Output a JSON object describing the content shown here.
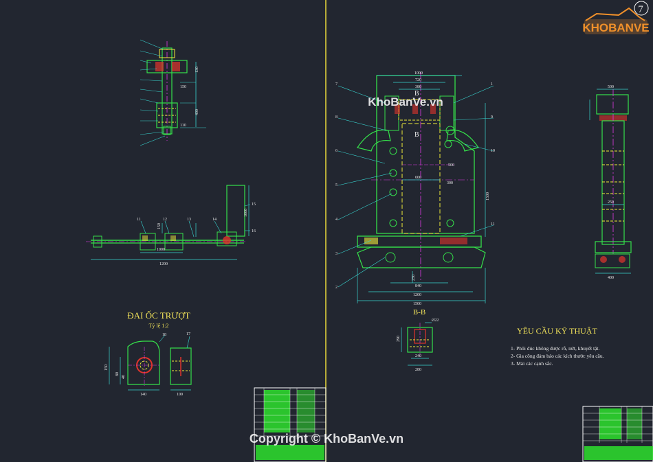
{
  "watermark": {
    "logo_text": "KHOBANVE",
    "center_text": "KhoBanVe.vn",
    "copyright_text": "Copyright © KhoBanVe.vn"
  },
  "sheet_number": "7",
  "left_sheet": {
    "detail_title": "ĐAI ỐC TRƯỢT",
    "detail_scale": "Tỷ lệ 1:2",
    "dims_top": [
      "130",
      "400",
      "150",
      "110"
    ],
    "dims_middle": [
      "1200",
      "1000",
      "150",
      "1000"
    ],
    "dims_detail": [
      "150",
      "80",
      "40",
      "140",
      "100"
    ],
    "balloons_detail": [
      "18",
      "17"
    ],
    "balloons_middle": [
      "11",
      "12",
      "13",
      "14",
      "15",
      "16"
    ]
  },
  "right_sheet": {
    "section_label": "B-B",
    "section_marks": [
      "B",
      "B"
    ],
    "dims_main": [
      "1000",
      "720",
      "380",
      "600",
      "300",
      "500",
      "1500",
      "840",
      "1200",
      "1500",
      "250"
    ],
    "dims_section": [
      "Ø22",
      "290",
      "240",
      "280"
    ],
    "dims_side": [
      "500",
      "250",
      "400"
    ],
    "balloons_main": [
      "7",
      "8",
      "6",
      "5",
      "4",
      "3",
      "2",
      "1",
      "9",
      "10",
      "11"
    ],
    "requirements_title": "YÊU CẦU KỸ THUẬT",
    "requirements": [
      "1- Phôi đúc không được rỗ, nứt, khuyết tật.",
      "2- Gia công đảm bảo các kích thước yêu cầu.",
      "3- Mài các cạnh sắc."
    ]
  },
  "colors": {
    "background": "#222630",
    "outline_green": "#35e04a",
    "dimension_cyan": "#39d6d2",
    "hidden_yellow": "#f0ec3a",
    "center_magenta": "#e23ae6",
    "section_red": "#e0342c",
    "divider_yellow": "#e9d83a",
    "watermark_orange": "#f0902a"
  }
}
